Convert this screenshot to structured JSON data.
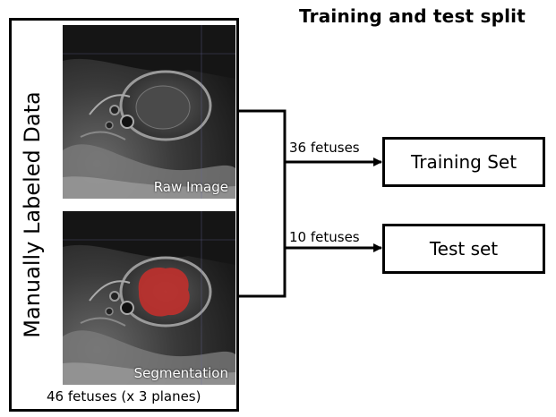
{
  "title": "Training and test split",
  "data_box": {
    "label": "Manually Labeled Data",
    "raw_caption": "Raw Image",
    "seg_caption": "Segmentation",
    "footer": "46 fetuses (x 3 planes)"
  },
  "edges": [
    {
      "label": "36 fetuses",
      "target": "Training Set"
    },
    {
      "label": "10 fetuses",
      "target": "Test set"
    }
  ],
  "colors": {
    "segmentation_overlay": "#c0302c",
    "line": "#000000"
  }
}
